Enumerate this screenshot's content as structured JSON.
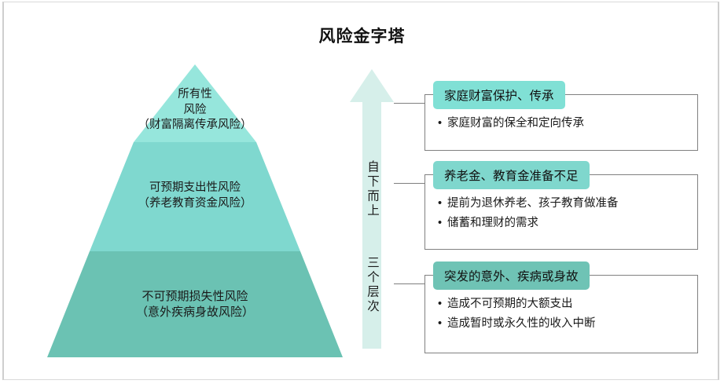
{
  "title": "风险金字塔",
  "pyramid": {
    "tiers": [
      {
        "id": "top",
        "line1": "所有性",
        "line2": "风险",
        "line3": "（财富隔离传承风险）",
        "color": "#96E6DC"
      },
      {
        "id": "middle",
        "line1": "可预期支出性风险",
        "line2": "（养老教育资金风险）",
        "color": "#7FD8CF"
      },
      {
        "id": "bottom",
        "line1": "不可预期损失性风险",
        "line2": "（意外疾病身故风险）",
        "color": "#6BC2B3"
      }
    ]
  },
  "arrow": {
    "direction": "up",
    "color": "#D6EFEA",
    "label_top": "自下而上",
    "label_bottom": "三个层次"
  },
  "boxes": [
    {
      "id": "box-wealth",
      "header": "家庭财富保护、传承",
      "header_color": "#80E0D5",
      "bullets": [
        "家庭财富的保全和定向传承"
      ],
      "bullet_glyph": "•"
    },
    {
      "id": "box-pension",
      "header": "养老金、教育金准备不足",
      "header_color": "#7FD7CD",
      "bullets": [
        "提前为退休养老、孩子教育做准备",
        "储蓄和理财的需求"
      ],
      "bullet_glyph": "•"
    },
    {
      "id": "box-accident",
      "header": "突发的意外、疾病或身故",
      "header_color": "#6FC3B5",
      "bullets": [
        "造成不可预期的大额支出",
        "造成暂时或永久性的收入中断"
      ],
      "bullet_glyph": "•"
    }
  ]
}
